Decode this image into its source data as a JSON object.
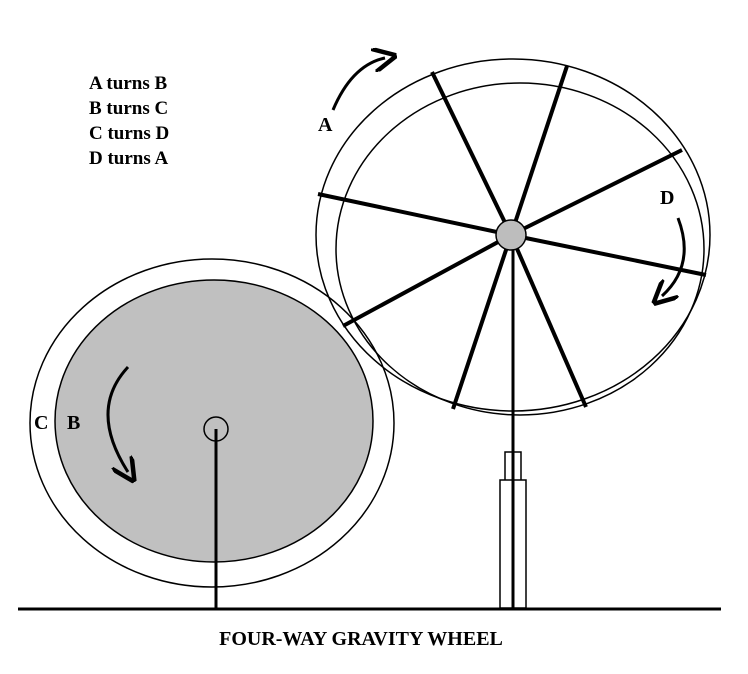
{
  "legend": [
    "A turns B",
    "B turns C",
    "C turns D",
    "D turns A"
  ],
  "labels": {
    "a": "A",
    "b": "B",
    "c": "C",
    "d": "D"
  },
  "caption": "FOUR-WAY GRAVITY WHEEL",
  "colors": {
    "ink": "#000000",
    "filled_disc": "#c0c0c0",
    "hub": "#bdbdbd",
    "background": "#ffffff"
  }
}
